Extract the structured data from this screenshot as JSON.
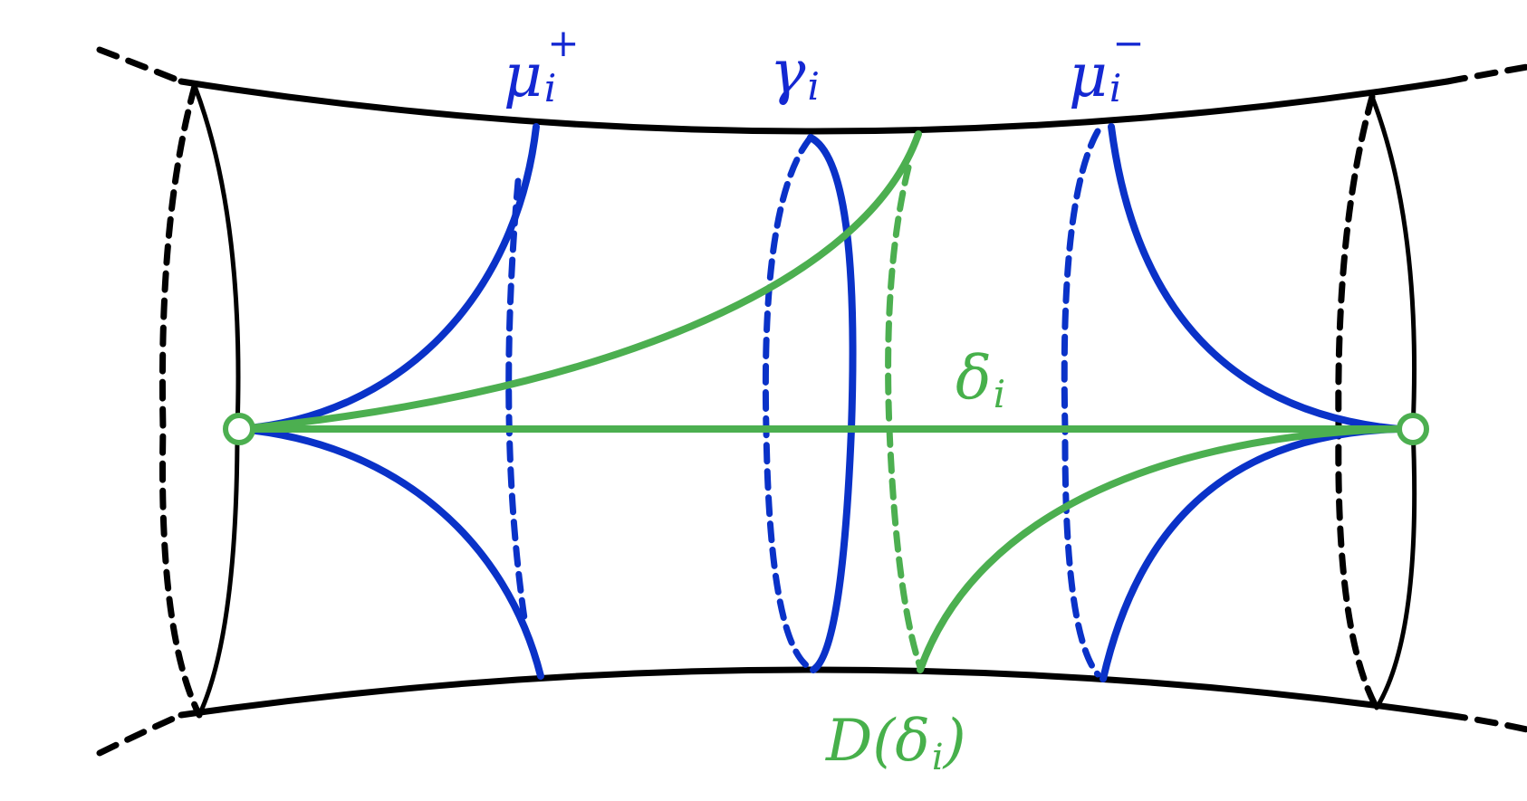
{
  "colors": {
    "outline": "#000000",
    "curve_blue": "#0a32c8",
    "curve_green": "#4caf50",
    "label_blue": "#1428d2",
    "label_green": "#47b04b"
  },
  "labels": {
    "mu_plus": {
      "base": "μ",
      "sub": "i",
      "sup": "+"
    },
    "gamma": {
      "base": "γ",
      "sub": "i"
    },
    "mu_minus": {
      "base": "μ",
      "sub": "i",
      "sup": "−"
    },
    "delta": {
      "base": "δ",
      "sub": "i"
    },
    "d_delta": {
      "prefix": "D(",
      "base": "δ",
      "sub": "i",
      "suffix": ")"
    }
  }
}
